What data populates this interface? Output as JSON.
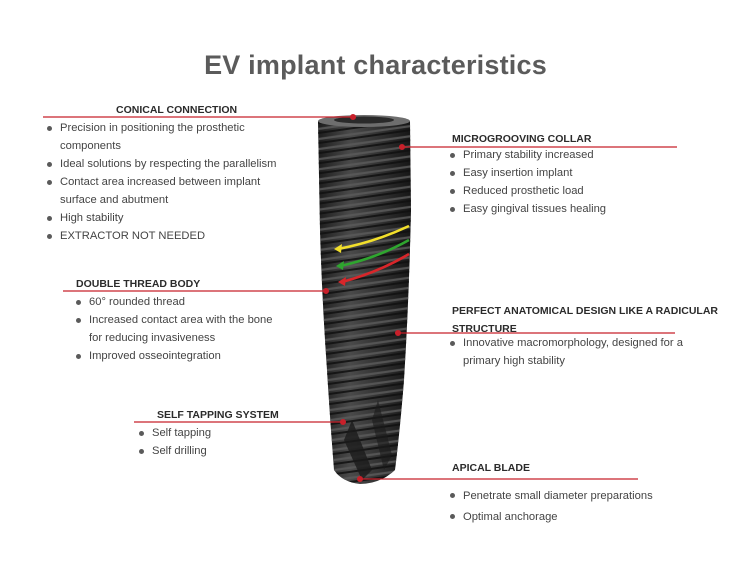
{
  "title": "EV implant characteristics",
  "sections": {
    "conical": {
      "heading": "CONICAL CONNECTION",
      "items": [
        "Precision in positioning the prosthetic components",
        "Ideal solutions by respecting the parallelism",
        "Contact area increased between implant surface and abutment",
        "High stability",
        "EXTRACTOR NOT NEEDED"
      ]
    },
    "microgrooving": {
      "heading": "MICROGROOVING COLLAR",
      "items": [
        "Primary stability increased",
        "Easy insertion implant",
        "Reduced prosthetic load",
        "Easy gingival tissues healing"
      ]
    },
    "double_thread": {
      "heading": "DOUBLE THREAD BODY",
      "items": [
        "60° rounded thread",
        "Increased contact area with the bone for reducing invasiveness",
        "Improved osseointegration"
      ]
    },
    "anatomical": {
      "heading": "PERFECT ANATOMICAL DESIGN LIKE A RADICULAR STRUCTURE",
      "items": [
        "Innovative macromorphology, designed for a primary high stability"
      ]
    },
    "self_tapping": {
      "heading": "SELF TAPPING SYSTEM",
      "items": [
        "Self tapping",
        "Self drilling"
      ]
    },
    "apical": {
      "heading": "APICAL BLADE",
      "items": [
        "Penetrate small diameter preparations",
        "Optimal anchorage"
      ]
    }
  },
  "colors": {
    "leader_line": "#c8202a",
    "implant": "#2e2e2e",
    "arrow_yellow": "#f2df2b",
    "arrow_green": "#2fa52f",
    "arrow_red": "#d8262a"
  }
}
